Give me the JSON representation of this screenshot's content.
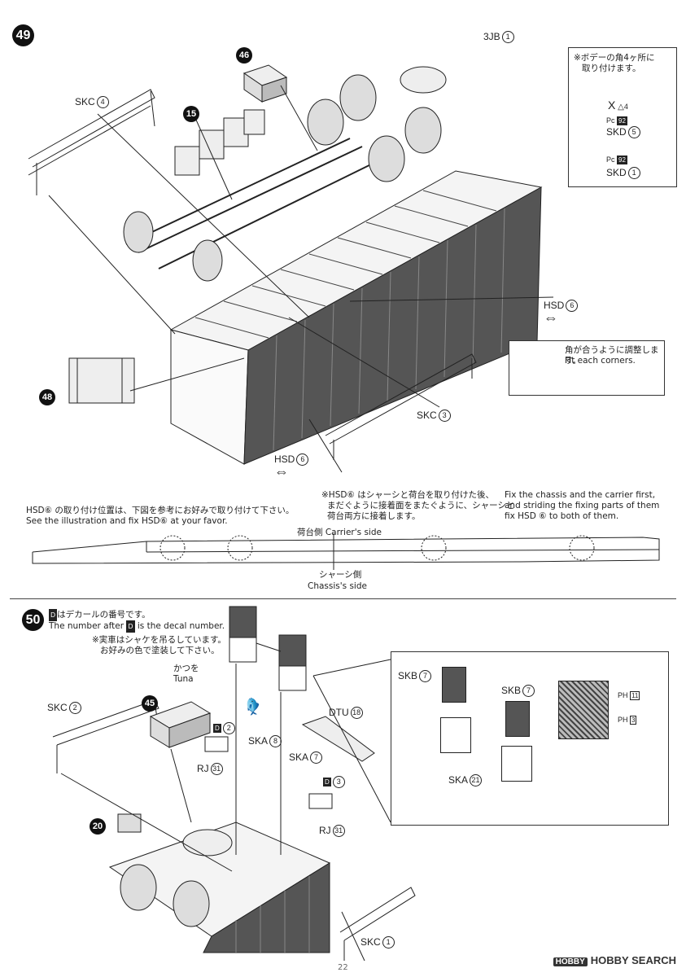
{
  "step49": {
    "number": "49",
    "parts": {
      "p46": "46",
      "p15": "15",
      "p48": "48",
      "skc4": "SKC",
      "skc4_n": "4",
      "skc3": "SKC",
      "skc3_n": "3",
      "jb3": "3JB",
      "jb3_n": "1",
      "hsd_right": "HSD",
      "hsd_right_n": "6",
      "hsd_bottom": "HSD",
      "hsd_bottom_n": "6"
    },
    "callout_top": {
      "line1": "※ボデーの角4ヶ所に",
      "line2": "取り付けます。",
      "x_label": "X",
      "x_n": "4",
      "pc1": "Pc",
      "pc1_n": "92",
      "skd5": "SKD",
      "skd5_n": "5",
      "pc2": "Pc",
      "pc2_n": "92",
      "skd1": "SKD",
      "skd1_n": "1"
    },
    "callout_corner": {
      "line1": "角が合うように調整します。",
      "line2": "Fit each corners."
    },
    "notes": {
      "left_jp": "HSD⑥ の取り付け位置は、下図を参考にお好みで取り付けて下さい。",
      "left_en": "See the illustration and fix HSD⑥ at your favor.",
      "mid_1": "※HSD⑥ はシャーシと荷台を取り付けた後、",
      "mid_2": "まだぐように接着面をまたぐように、シャーシと",
      "mid_3": "荷台両方に接着します。",
      "right_1": "Fix the chassis and the carrier first,",
      "right_2": "and striding the fixing parts of them",
      "right_3": "fix HSD ⑥ to both of them."
    },
    "side_view": {
      "top_label": "荷台側 Carrier's side",
      "bottom_label_jp": "シャーシ側",
      "bottom_label_en": "Chassis's side"
    }
  },
  "step50": {
    "number": "50",
    "intro_jp": "はデカールの番号です。",
    "intro_d": "D",
    "intro_en_pre": "The number after",
    "intro_en_post": "is the decal number.",
    "note1": "※実車はシャケを吊るしています。",
    "note2": "お好みの色で塗装して下さい。",
    "tuna_jp": "かつを",
    "tuna_en": "Tuna",
    "parts": {
      "skc2": "SKC",
      "skc2_n": "2",
      "p45": "45",
      "p20": "20",
      "d2": "D",
      "d2_n": "2",
      "rj31a": "RJ",
      "rj31a_n": "31",
      "ska8": "SKA",
      "ska8_n": "8",
      "ska7": "SKA",
      "ska7_n": "7",
      "dtu18": "DTU",
      "dtu18_n": "18",
      "d3": "D",
      "d3_n": "3",
      "rj31b": "RJ",
      "rj31b_n": "31",
      "skc1": "SKC",
      "skc1_n": "1"
    },
    "callout": {
      "skb7a": "SKB",
      "skb7a_n": "7",
      "skb7b": "SKB",
      "skb7b_n": "7",
      "ska21": "SKA",
      "ska21_n": "21",
      "ph11": "PH",
      "ph11_n": "11",
      "ph3": "PH",
      "ph3_n": "3"
    }
  },
  "footer": {
    "page": "22",
    "watermark_logo": "HOBBY",
    "watermark_text": "HOBBY SEARCH"
  }
}
